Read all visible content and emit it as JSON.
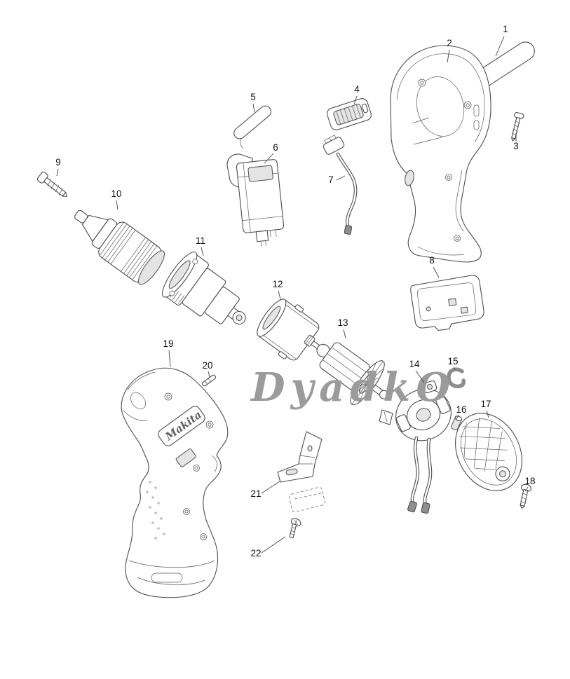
{
  "watermark": "DyadkO",
  "brand_label": "Makita",
  "parts": [
    "1",
    "2",
    "3",
    "4",
    "5",
    "6",
    "7",
    "8",
    "9",
    "10",
    "11",
    "12",
    "13",
    "14",
    "15",
    "16",
    "17",
    "18",
    "19",
    "20",
    "21",
    "22"
  ]
}
